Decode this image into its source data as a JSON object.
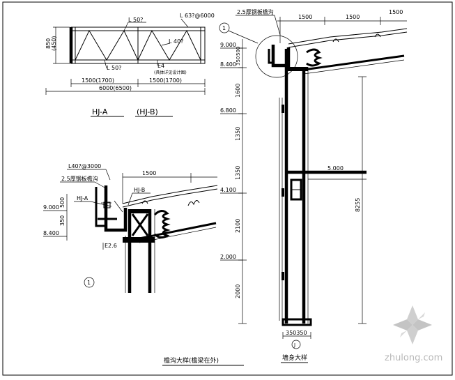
{
  "truss": {
    "members": {
      "top_chord": "L 50?",
      "top_right": "L 63?@6000",
      "diagonal": "L 40?",
      "bottom_chord": "L 50?",
      "plate_label": "E4",
      "plate_note": "(具体详见设计图)"
    },
    "heights": [
      "850",
      "(450)"
    ],
    "bay_dims": [
      "1500(1700)",
      "1500(1700)"
    ],
    "total_dim": "6000(6500)",
    "caption_a": "HJ-A",
    "caption_b": "(HJ-B)"
  },
  "detail1": {
    "angle_label": "L40?@3000",
    "sheet_note": "2.5厚钢板檐沟",
    "hj_a": "HJ-A",
    "hj_b": "HJ-B",
    "span": "1500",
    "elev_900": "9.000",
    "elev_840": "8.400",
    "dim_500": "500",
    "dim_350": "350",
    "dim_e26": "E2.6",
    "mark": "1",
    "caption": "檐沟大样(檐梁在外)"
  },
  "section": {
    "sheet_note": "2.5厚钢板檐沟",
    "span_a": "1500",
    "span_b": "1500",
    "elevations": [
      "9.000",
      "8.400",
      "6.800",
      "4.100",
      "2.000"
    ],
    "segment_dims": [
      "500",
      "350",
      "1600",
      "1350",
      "1350",
      "2100",
      "2000"
    ],
    "total_height": "8255",
    "beam_elev": "5.000",
    "base_dim": "350350",
    "callout_mark": "1",
    "bottom_mark": "J",
    "caption": "墙身大样"
  },
  "watermark": {
    "site": "zhulong.com"
  }
}
